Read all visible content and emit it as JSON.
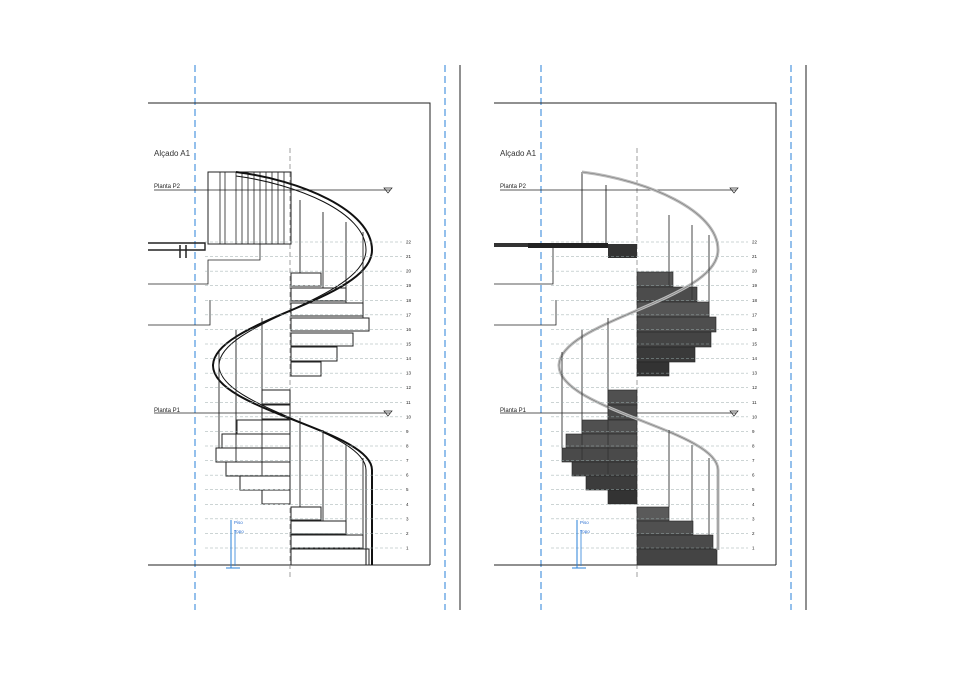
{
  "panels": [
    {
      "title": "Alçado A1",
      "levels": {
        "upper": "Planta P2",
        "lower": "Planta P1"
      },
      "steps": [
        "22",
        "21",
        "20",
        "19",
        "18",
        "17",
        "16",
        "15",
        "14",
        "13",
        "12",
        "11",
        "10",
        "9",
        "8",
        "7",
        "6",
        "5",
        "4",
        "3",
        "2",
        "1"
      ],
      "annotation": {
        "line1": "Piso",
        "line2": "Topo"
      },
      "style": "lines"
    },
    {
      "title": "Alçado A1",
      "levels": {
        "upper": "Planta P2",
        "lower": "Planta P1"
      },
      "steps": [
        "22",
        "21",
        "20",
        "19",
        "18",
        "17",
        "16",
        "15",
        "14",
        "13",
        "12",
        "11",
        "10",
        "9",
        "8",
        "7",
        "6",
        "5",
        "4",
        "3",
        "2",
        "1"
      ],
      "annotation": {
        "line1": "Piso",
        "line2": "Topo"
      },
      "style": "shaded"
    }
  ],
  "colors": {
    "grid_blue": "#2a80d8",
    "level_gray": "#9aa"
  }
}
